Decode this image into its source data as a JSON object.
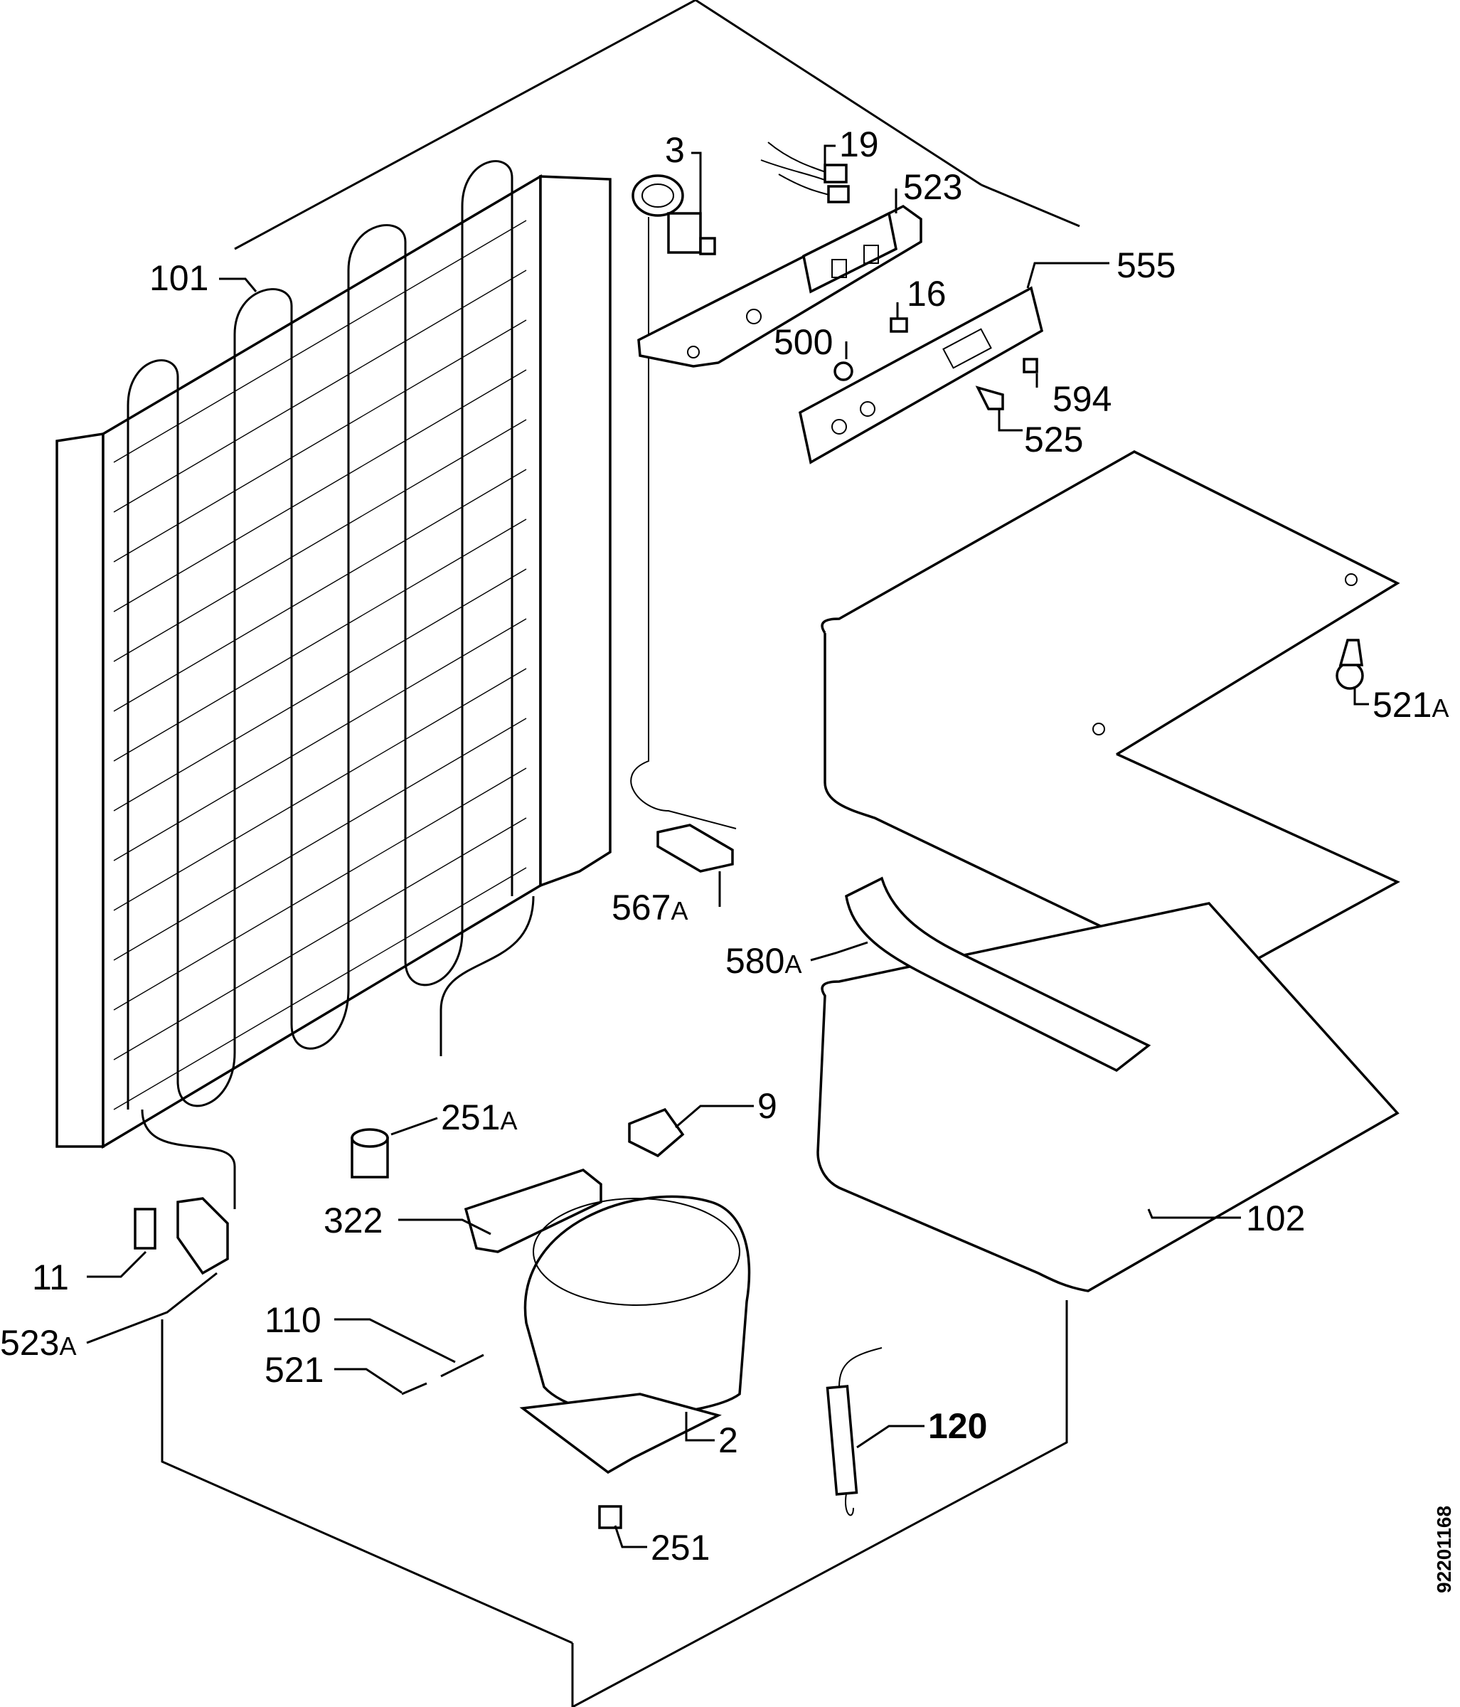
{
  "labels": {
    "p3": "3",
    "p19": "19",
    "p523": "523",
    "p555": "555",
    "p101": "101",
    "p16": "16",
    "p500": "500",
    "p594": "594",
    "p525": "525",
    "p521a": "521",
    "p521a_suffix": "A",
    "p567a": "567",
    "p567a_suffix": "A",
    "p580a": "580",
    "p580a_suffix": "A",
    "p251a": "251",
    "p251a_suffix": "A",
    "p9": "9",
    "p322": "322",
    "p102": "102",
    "p11": "11",
    "p523a": "523",
    "p523a_suffix": "A",
    "p110": "110",
    "p521": "521",
    "p2": "2",
    "p120": "120",
    "p251": "251"
  },
  "document_number": "92201168"
}
